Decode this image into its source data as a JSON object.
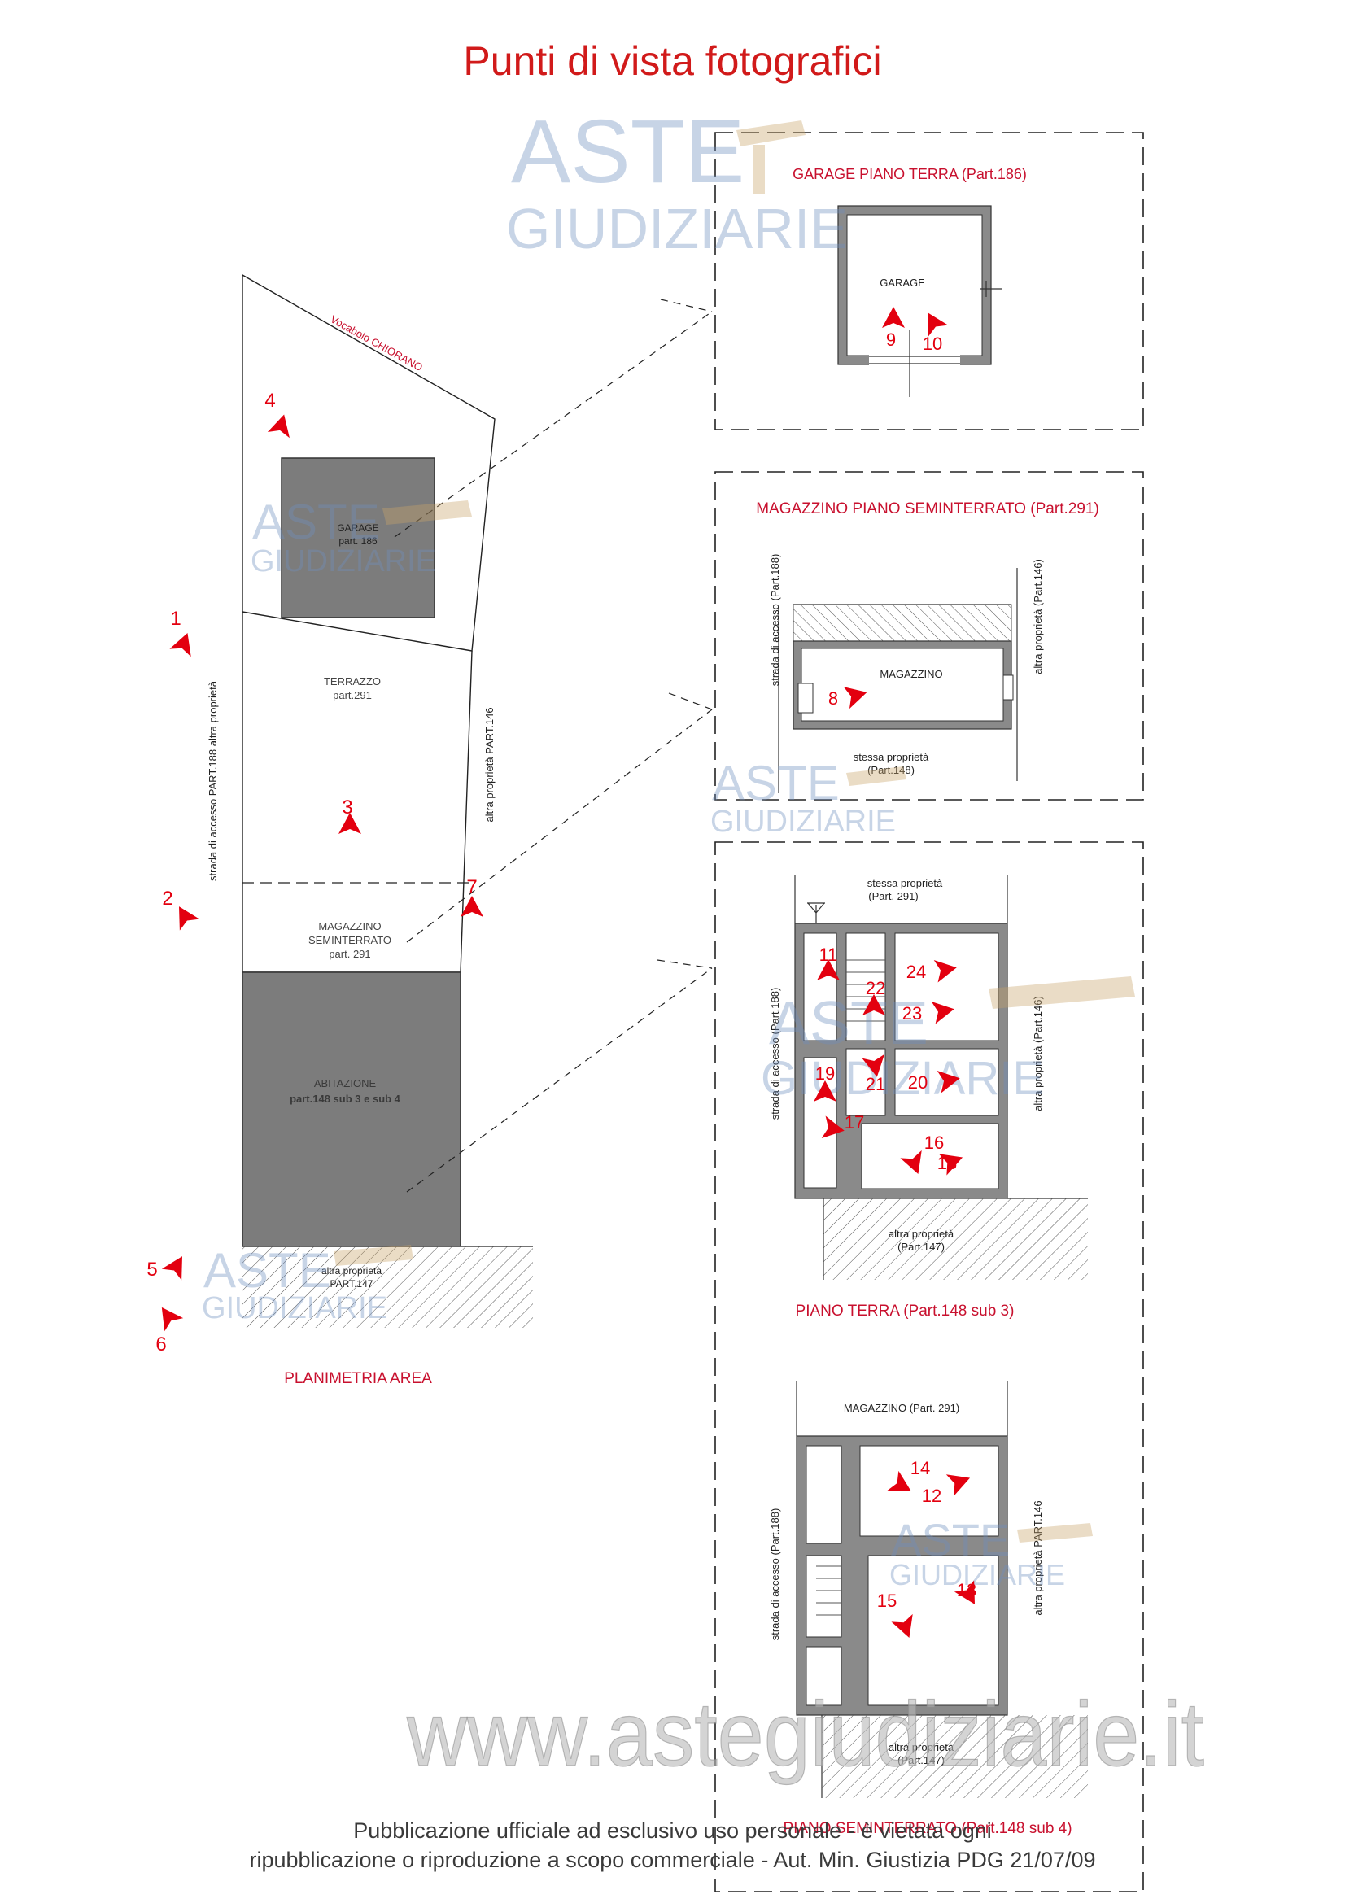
{
  "title": "Punti di vista fotografici",
  "site_plan": {
    "heading": "PLANIMETRIA AREA",
    "vocabolo": "Vocabolo CHIORANO",
    "garage": [
      "GARAGE",
      "part. 186"
    ],
    "terrazzo": [
      "TERRAZZO",
      "part.291"
    ],
    "magazzino": [
      "MAGAZZINO",
      "SEMINTERRATO",
      "part. 291"
    ],
    "abitazione": [
      "ABITAZIONE",
      "part.148 sub 3 e sub 4"
    ],
    "left_road": "strada di accesso PART.188 altra proprietà",
    "right_property": "altra proprietà PART.146",
    "bottom_property": [
      "altra proprietà",
      "PART.147"
    ]
  },
  "garage_plan": {
    "heading": "GARAGE PIANO TERRA (Part.186)",
    "room": "GARAGE"
  },
  "magazzino_plan": {
    "heading": "MAGAZZINO PIANO SEMINTERRATO (Part.291)",
    "room": "MAGAZZINO",
    "left": "strada di accesso (Part.188)",
    "right": "altra proprietà (Part.146)",
    "bottom": [
      "stessa proprietà",
      "(Part.148)"
    ]
  },
  "piano_terra_plan": {
    "heading": "PIANO TERRA (Part.148 sub 3)",
    "top": [
      "stessa proprietà",
      "(Part. 291)"
    ],
    "left": "strada di accesso (Part.188)",
    "right": "altra proprietà (Part.146)",
    "bottom": [
      "altra proprietà",
      "(Part.147)"
    ]
  },
  "seminterrato_plan": {
    "heading": "PIANO SEMINTERRATO (Part.148 sub 4)",
    "top": "MAGAZZINO (Part. 291)",
    "left": "strada di accesso (Part.188)",
    "right": "altra proprietà PART.146",
    "bottom": [
      "altra proprietà",
      "(Part.147)"
    ]
  },
  "viewpoints": [
    "1",
    "2",
    "3",
    "4",
    "5",
    "6",
    "7",
    "8",
    "9",
    "10",
    "11",
    "12",
    "13",
    "14",
    "15",
    "16",
    "17",
    "18",
    "19",
    "20",
    "21",
    "22",
    "23",
    "24"
  ],
  "watermark": {
    "logo_top": "ASTE",
    "logo_bottom": "GIUDIZIARIE",
    "url": "www.astegiudiziarie.it"
  },
  "footer": {
    "line1": "Pubblicazione ufficiale ad esclusivo uso personale - è vietata ogni",
    "line2": "ripubblicazione o riproduzione a scopo commerciale - Aut. Min. Giustizia PDG 21/07/09"
  },
  "colors": {
    "marker": "#e3000f",
    "heading": "#d11a1a",
    "wall": "#8a8a8a",
    "building": "#7c7c7c",
    "watermark": "#6f8fbf"
  }
}
